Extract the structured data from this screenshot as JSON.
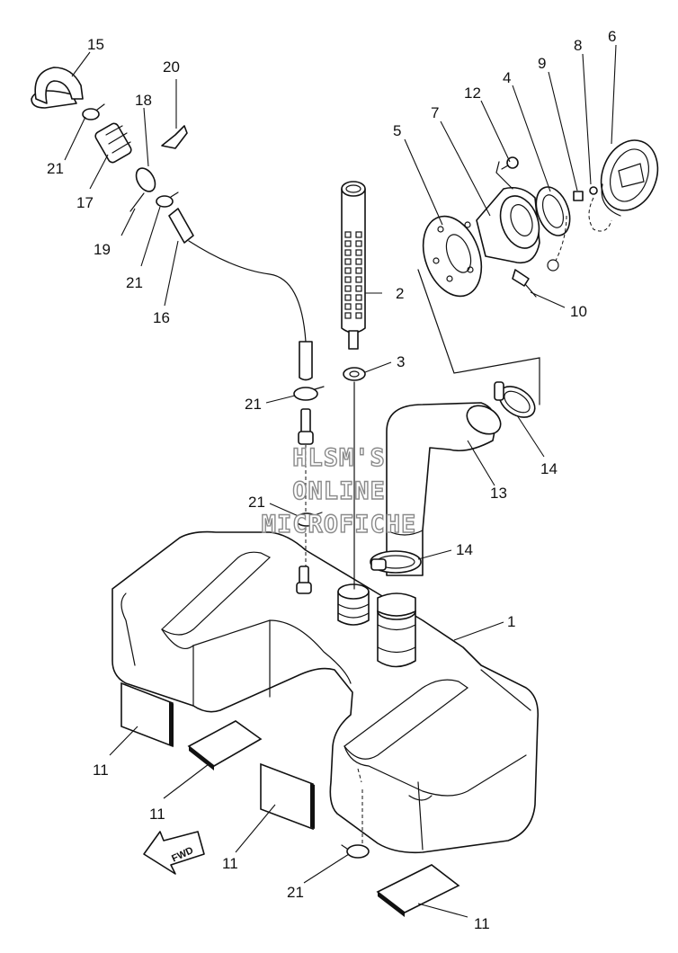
{
  "watermark": {
    "line1": "HLSM'S",
    "line2": "ONLINE",
    "line3": "MICROFICHE"
  },
  "direction_label": "FWD",
  "callouts": [
    {
      "id": "c1",
      "label": "1"
    },
    {
      "id": "c2",
      "label": "2"
    },
    {
      "id": "c3",
      "label": "3"
    },
    {
      "id": "c4",
      "label": "4"
    },
    {
      "id": "c5",
      "label": "5"
    },
    {
      "id": "c6",
      "label": "6"
    },
    {
      "id": "c7",
      "label": "7"
    },
    {
      "id": "c8",
      "label": "8"
    },
    {
      "id": "c9",
      "label": "9"
    },
    {
      "id": "c10",
      "label": "10"
    },
    {
      "id": "c11a",
      "label": "11"
    },
    {
      "id": "c11b",
      "label": "11"
    },
    {
      "id": "c11c",
      "label": "11"
    },
    {
      "id": "c11d",
      "label": "11"
    },
    {
      "id": "c12",
      "label": "12"
    },
    {
      "id": "c13",
      "label": "13"
    },
    {
      "id": "c14a",
      "label": "14"
    },
    {
      "id": "c14b",
      "label": "14"
    },
    {
      "id": "c15",
      "label": "15"
    },
    {
      "id": "c16",
      "label": "16"
    },
    {
      "id": "c17",
      "label": "17"
    },
    {
      "id": "c18",
      "label": "18"
    },
    {
      "id": "c19",
      "label": "19"
    },
    {
      "id": "c20",
      "label": "20"
    },
    {
      "id": "c21a",
      "label": "21"
    },
    {
      "id": "c21b",
      "label": "21"
    },
    {
      "id": "c21c",
      "label": "21"
    },
    {
      "id": "c21d",
      "label": "21"
    },
    {
      "id": "c21e",
      "label": "21"
    }
  ]
}
